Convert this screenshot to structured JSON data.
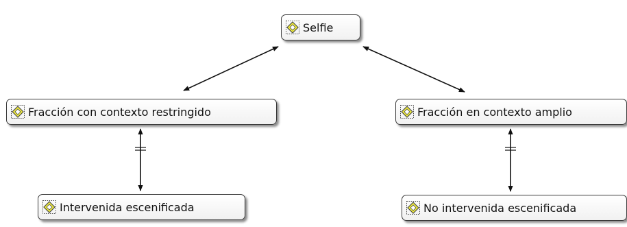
{
  "diagram": {
    "nodes": [
      {
        "id": "selfie",
        "label": "Selfie",
        "icon": "concept-icon"
      },
      {
        "id": "restr",
        "label": "Fracción con contexto restringido",
        "icon": "concept-icon"
      },
      {
        "id": "amplio",
        "label": "Fracción en contexto amplio",
        "icon": "concept-icon"
      },
      {
        "id": "interv",
        "label": "Intervenida escenificada",
        "icon": "concept-icon"
      },
      {
        "id": "nointerv",
        "label": "No intervenida escenificada",
        "icon": "concept-icon"
      }
    ],
    "edges": [
      {
        "from": "selfie",
        "to": "restr",
        "type": "bidirectional"
      },
      {
        "from": "selfie",
        "to": "amplio",
        "type": "bidirectional"
      },
      {
        "from": "restr",
        "to": "interv",
        "type": "bidirectional-equal-mark"
      },
      {
        "from": "amplio",
        "to": "nointerv",
        "type": "bidirectional-equal-mark"
      }
    ],
    "colors": {
      "icon_fill": "#f2ee3c",
      "icon_stroke": "#4a4a4a",
      "line": "#111111",
      "node_border": "#3a3a3a"
    }
  }
}
